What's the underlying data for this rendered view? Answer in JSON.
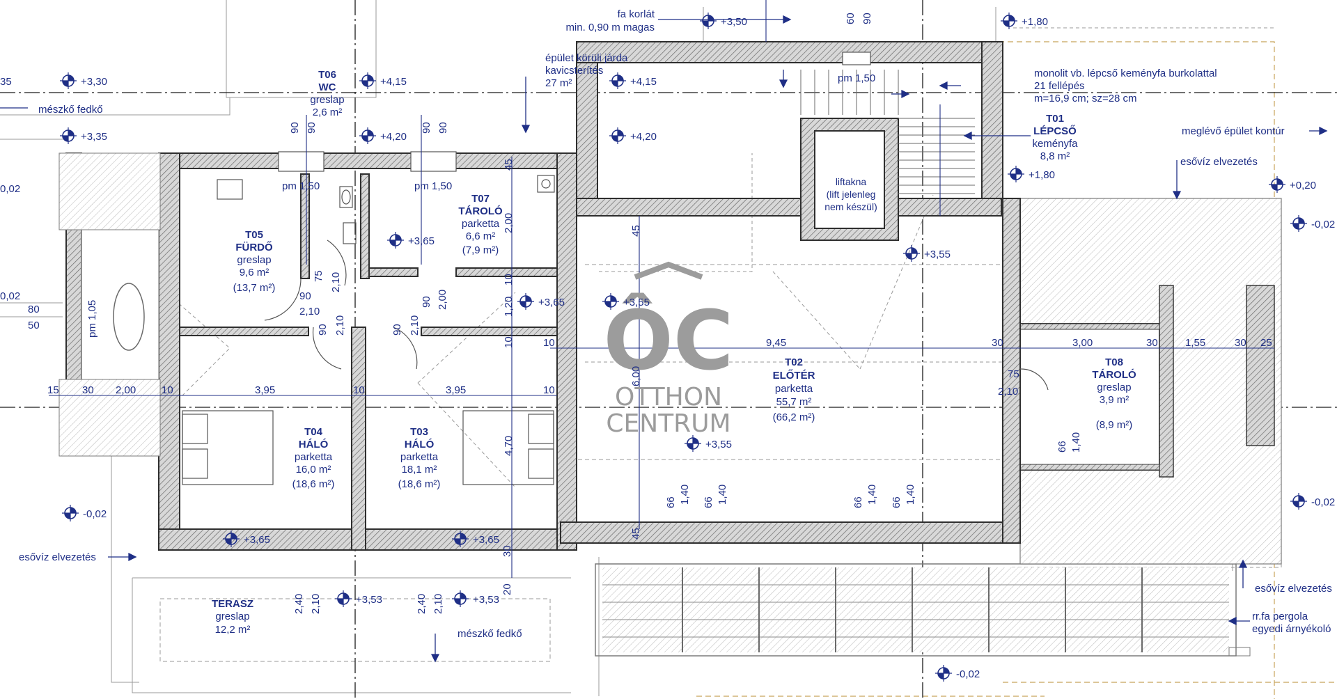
{
  "colors": {
    "wall": "#3a3a3a",
    "wall_hatch": "#8a8a8a",
    "annotation": "#1f2f86",
    "axis_line": "#1a1a1a",
    "site_dashed": "#c8a45a",
    "watermark": "#9c9c9c"
  },
  "watermark": {
    "line1": "ÔC",
    "line2": "OTTHON",
    "line3": "CENTRUM"
  },
  "rooms": [
    {
      "id": "T06",
      "name": "WC",
      "material": "greslap",
      "area": "2,6 m²"
    },
    {
      "id": "T05",
      "name": "FÜRDŐ",
      "material": "greslap",
      "area": "9,6 m²",
      "area2": "(13,7 m²)"
    },
    {
      "id": "T07",
      "name": "TÁROLÓ",
      "material": "parketta",
      "area": "6,6 m²",
      "area2": "(7,9 m²)"
    },
    {
      "id": "T01",
      "name": "LÉPCSŐ",
      "material": "keményfa",
      "area": "8,8 m²"
    },
    {
      "id": "T02",
      "name": "ELŐTÉR",
      "material": "parketta",
      "area": "55,7 m²",
      "area2": "(66,2 m²)"
    },
    {
      "id": "T04",
      "name": "HÁLÓ",
      "material": "parketta",
      "area": "16,0 m²",
      "area2": "(18,6 m²)"
    },
    {
      "id": "T03",
      "name": "HÁLÓ",
      "material": "parketta",
      "area": "18,1 m²",
      "area2": "(18,6 m²)"
    },
    {
      "id": "T08",
      "name": "TÁROLÓ",
      "material": "greslap",
      "area": "3,9 m²",
      "area2": "(8,9 m²)"
    },
    {
      "id": "",
      "name": "TERASZ",
      "material": "greslap",
      "area": "12,2 m²"
    }
  ],
  "notes": [
    {
      "text": "fa korlát"
    },
    {
      "text": "min. 0,90 m magas"
    },
    {
      "text": "épület körüli járda"
    },
    {
      "text": "kavicsterítés"
    },
    {
      "text": "27 m²"
    },
    {
      "text": "mészkő fedkő"
    },
    {
      "text": "monolit vb. lépcső  keményfa burkolattal"
    },
    {
      "text": "21 fellépés"
    },
    {
      "text": "m=16,9 cm; sz=28 cm"
    },
    {
      "text": "meglévő épület kontúr"
    },
    {
      "text": "esővíz elvezetés"
    },
    {
      "text": "liftakna"
    },
    {
      "text": "(lift jelenleg"
    },
    {
      "text": "nem készül)"
    },
    {
      "text": "esővíz elvezetés"
    },
    {
      "text": "esővíz elvezetés"
    },
    {
      "text": "rr.fa pergola"
    },
    {
      "text": "egyedi árnyékoló"
    },
    {
      "text": "mészkő fedkő"
    }
  ],
  "levels": [
    "+3,30",
    "+4,15",
    "+3,35",
    "+4,20",
    "+3,50",
    "+1,80",
    "+4,15",
    "+4,20",
    "+1,80",
    "+0,20",
    "-0,02",
    "+3,65",
    "+3,55",
    "+3,65",
    "+3,55",
    "-0,02",
    "+3,55",
    "-0,02",
    "+3,65",
    "+3,65",
    "+3,53",
    "+3,53",
    "-0,02"
  ],
  "dimensions": [
    "35",
    "0,02",
    "0,02",
    "80",
    "50",
    "pm 1,05",
    "90",
    "90",
    "90",
    "90",
    "pm 1,50",
    "pm 1,50",
    "45",
    "2,00",
    "75",
    "2,10",
    "90",
    "2,10",
    "90",
    "2,10",
    "90",
    "2,10",
    "90",
    "2,00",
    "1,20",
    "10",
    "10",
    "45",
    "6,00",
    "4,70",
    "45",
    "9,45",
    "30",
    "3,00",
    "30",
    "1,55",
    "30",
    "25",
    "10",
    "75",
    "2,10",
    "15",
    "30",
    "2,00",
    "10",
    "3,95",
    "10",
    "3,95",
    "10",
    "66",
    "1,40",
    "66",
    "1,40",
    "66",
    "1,40",
    "66",
    "1,40",
    "66",
    "1,40",
    "2,40",
    "2,10",
    "2,40",
    "2,10",
    "30",
    "20",
    "60",
    "90",
    "pm 1,50"
  ]
}
